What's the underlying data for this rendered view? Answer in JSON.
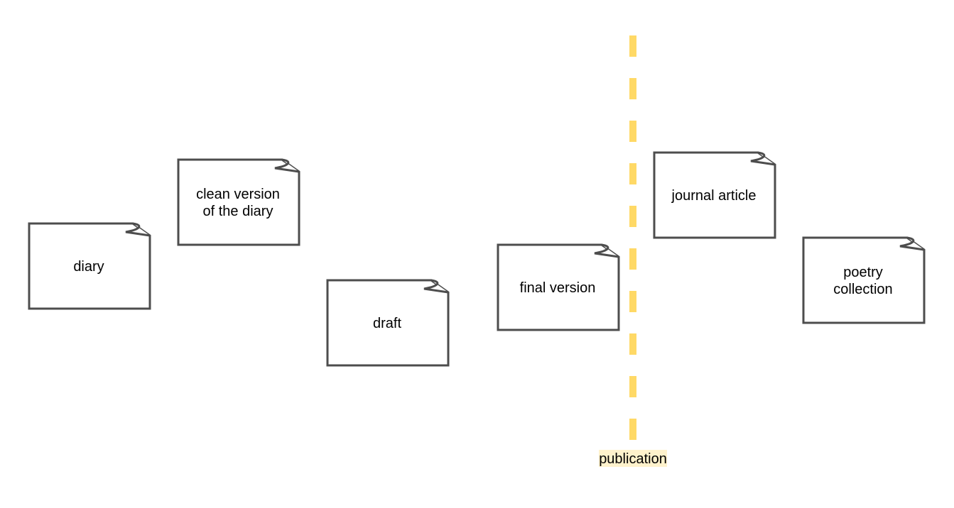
{
  "diagram": {
    "colors": {
      "outline": "#4d4d4d",
      "publication_line": "#ffd966",
      "publication_label_bg": "#fff2cc"
    },
    "documents": [
      {
        "id": "diary",
        "lines": [
          "diary"
        ]
      },
      {
        "id": "clean-version",
        "lines": [
          "clean version",
          "of the diary"
        ]
      },
      {
        "id": "draft",
        "lines": [
          "draft"
        ]
      },
      {
        "id": "final-version",
        "lines": [
          "final version"
        ]
      },
      {
        "id": "journal-article",
        "lines": [
          "journal article"
        ]
      },
      {
        "id": "poetry-collection",
        "lines": [
          "poetry",
          "collection"
        ]
      }
    ],
    "publication": {
      "label": "publication"
    }
  }
}
